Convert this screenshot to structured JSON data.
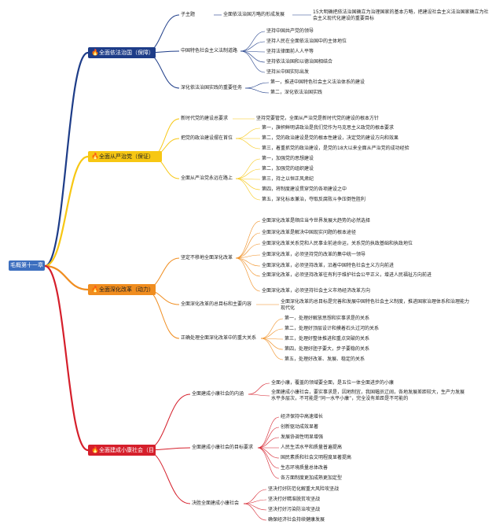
{
  "root": "毛概第十一章",
  "branches": [
    {
      "label": "全面依法治国（保障）",
      "color": "#1d3c88",
      "children": [
        {
          "label": "子主题",
          "children": [
            {
              "label": "全面依法治国方略的形成发展",
              "children": [
                {
                  "label": "15大明确把依法治国确立为治理国家的基本方略，把建设社会主义法治国家确立为社会主义现代化建设的重要目标"
                }
              ]
            }
          ]
        },
        {
          "label": "中国特色社会主义法制道路",
          "children": [
            {
              "label": "坚持中国共产党的领导"
            },
            {
              "label": "坚持人民在全面依法治国中的主体地位"
            },
            {
              "label": "坚持法律面前人人平等"
            },
            {
              "label": "坚持依法治国和以德治国相结合"
            },
            {
              "label": "坚持从中国实际出发"
            }
          ]
        },
        {
          "label": "深化依法治国实践的重要任务",
          "children": [
            {
              "label": "第一，推进中国特色社会主义法治体系的建设"
            },
            {
              "label": "第二，深化依法治国实践"
            }
          ]
        }
      ]
    },
    {
      "label": "全面从严治党（保证）",
      "color": "#f7c713",
      "children": [
        {
          "label": "新时代党的建设总要求",
          "children": [
            {
              "label": "坚持党要管党，全面从严治党是新时代党的建设的根本方针"
            }
          ]
        },
        {
          "label": "把党的政治建设摆在首位",
          "children": [
            {
              "label": "第一，旗帜鲜明讲政治是我们党作为马克思主义政党的根本要求"
            },
            {
              "label": "第二，党的政治建设是党的根本性建设，决定党的建设方向和效果"
            },
            {
              "label": "第三，着重抓党的政治建设，是党的18大以来全面从严治党的成功经验"
            }
          ]
        },
        {
          "label": "全面从严治党永远在路上",
          "children": [
            {
              "label": "第一，加强党的思想建设"
            },
            {
              "label": "第二，加强党的组织建设"
            },
            {
              "label": "第三，持之以恒正风肃纪"
            },
            {
              "label": "第四，将制度建设贯穿党的各项建设之中"
            },
            {
              "label": "第五，深化标本兼治，夺取反腐败斗争压倒性胜利"
            }
          ]
        }
      ]
    },
    {
      "label": "全面深化改革（动力）",
      "color": "#f08d1f",
      "children": [
        {
          "label": "坚定不移地全面深化改革",
          "children": [
            {
              "label": "全面深化改革是顺应当今世界发展大趋势的必然选择"
            },
            {
              "label": "全面深化改革是解决中国现实问题的根本途径"
            },
            {
              "label": "全面深化改革关系党和人民事业前途命运，关系党的执政基础和执政地位"
            },
            {
              "label": "全面深化改革，必须坚持党的改革的集中统一领导"
            },
            {
              "label": "全面深化改革，必须坚持改革，沿着中国特色社会主义方向前进"
            },
            {
              "label": "全面深化改革，必须坚持改革往有利于维护社会公平正义，增进人民福祉方向前进"
            },
            {
              "label": "全面深化改革，必须坚持社会主义市场经济改革方向"
            }
          ]
        },
        {
          "label": "全面深化改革的总目标和主要内容",
          "children": [
            {
              "label": "全面深化改革的总目标是完善和发展中国特色社会主义制度，推进国家治理体系和治理能力现代化"
            }
          ]
        },
        {
          "label": "正确处理全面深化改革中的重大关系",
          "children": [
            {
              "label": "第一，处理好解放思想和实事求是的关系"
            },
            {
              "label": "第二，处理好顶层设计和摸着石头过河的关系"
            },
            {
              "label": "第三，处理好整体推进和重点突破的关系"
            },
            {
              "label": "第四，处理好胆子要大，步子要稳的关系"
            },
            {
              "label": "第五，处理好改革、发展、稳定的关系"
            }
          ]
        }
      ]
    },
    {
      "label": "全面建成小康社会（目标）",
      "color": "#d51f2b",
      "children": [
        {
          "label": "全面建成小康社会的内涵",
          "children": [
            {
              "label": "全面小康，覆盖的领域要全面，是五位一体全面进步的小康"
            },
            {
              "label": "全面建成小康社会，要实事求是，因地制宜，我国幅员辽阔，各地发展差距较大，生产力发展水平多层次，不可能是“同一水平小康”，完全没有差距是不可能的"
            }
          ]
        },
        {
          "label": "全面建成小康社会的目标要求",
          "children": [
            {
              "label": "经济保持中高速增长"
            },
            {
              "label": "创新驱动成效显著"
            },
            {
              "label": "发展协调性明显增强"
            },
            {
              "label": "人民生活水平和质量普遍提高"
            },
            {
              "label": "国民素质和社会文明程度显著提高"
            },
            {
              "label": "生态环境质量总体改善"
            },
            {
              "label": "各方面制度更加成熟更加定型"
            }
          ]
        },
        {
          "label": "决胜全面建成小康社会",
          "children": [
            {
              "label": "坚决打好防范化解重大风险攻坚战"
            },
            {
              "label": "坚决打好精准脱贫攻坚战"
            },
            {
              "label": "坚决打好污染防治攻坚战"
            },
            {
              "label": "确保经济社会持续健康发展"
            }
          ]
        }
      ]
    }
  ]
}
